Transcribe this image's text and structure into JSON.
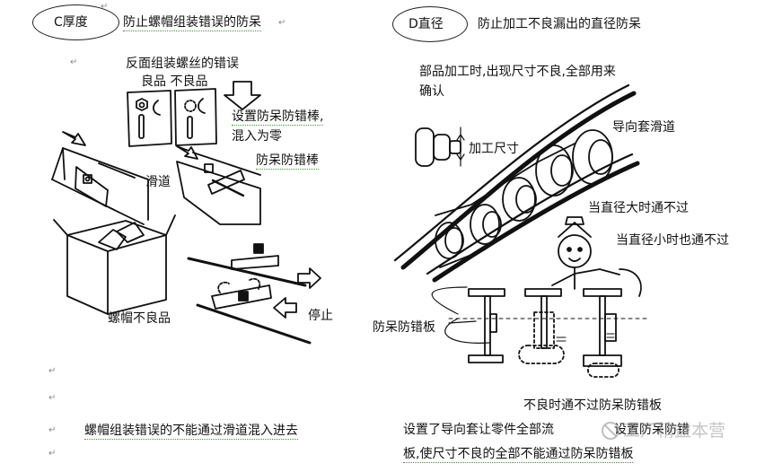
{
  "left": {
    "badge": "C厚度",
    "heading": "防止螺帽组装错误的防呆",
    "reverse_label": "反面组装螺丝的错误",
    "good_bad": "良品 不良品",
    "set_rod_line1": "设置防呆防错棒,",
    "set_rod_line2": "混入为零",
    "rod_label": "防呆防错棒",
    "slide_label": "滑道",
    "defect_label": "螺帽不良品",
    "stop_label": "停止",
    "footer": "螺帽组装错误的不能通过滑道混入进去"
  },
  "right": {
    "badge": "D直径",
    "heading": "防止加工不良漏出的直径防呆",
    "note_line1": "部品加工时,出现尺寸不良,全部用来",
    "note_line2": "确认",
    "guide_label": "导向套滑道",
    "dim_label": "加工尺寸",
    "big_label": "当直径大时通不过",
    "small_label": "当直径小时也通不过",
    "plate_label": "防呆防错板",
    "bad_label": "不良时通不过防呆防错板",
    "footer_line1": "设置了导向套让零件全部流",
    "footer_mid": "设置防呆防错",
    "footer_line2": "板,使尺寸不良的全部不能通过防呆防错板",
    "watermark": "工厂精益本营"
  }
}
